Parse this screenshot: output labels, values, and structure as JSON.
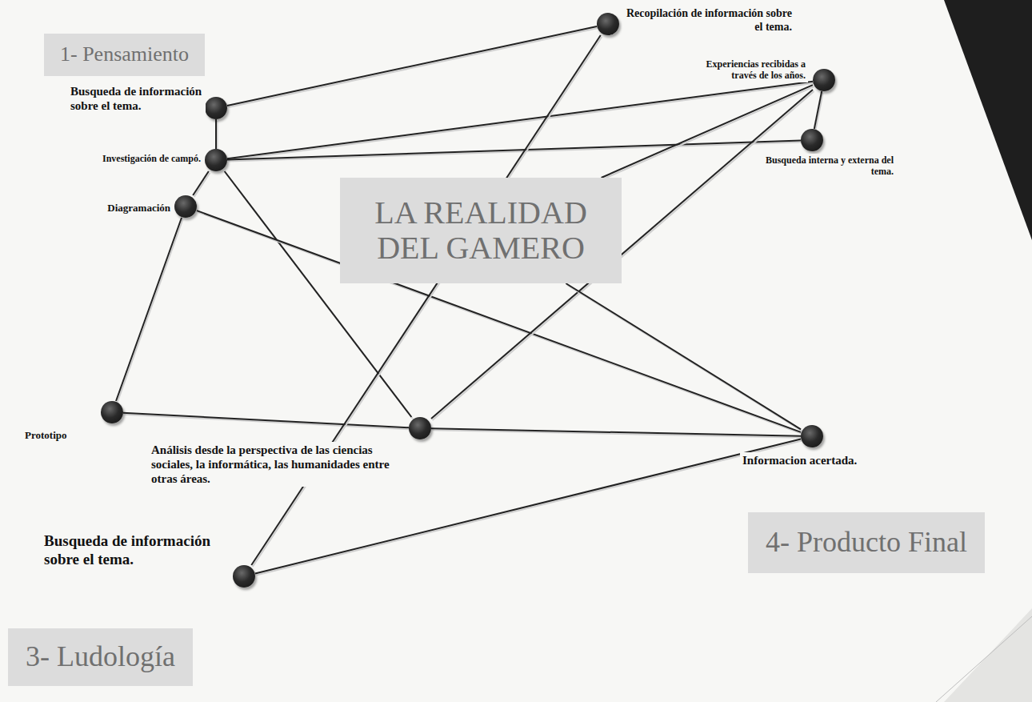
{
  "diagram": {
    "nodes": [
      {
        "text": [
          "1- Pensamiento"
        ]
      },
      {
        "text": [
          "Busqueda de información sobre el tema."
        ]
      },
      {
        "text": [
          "Recopilación de información sobre el tema."
        ]
      },
      {
        "text": [
          "Investigación de campó."
        ]
      },
      {
        "text": [
          "Experiencias recibidas a través de los años."
        ]
      },
      {
        "text": [
          "Busqueda interna y externa del tema."
        ]
      },
      {
        "text": [
          "Diagramación"
        ]
      },
      {
        "text": [
          "LA REALIDAD DEL GAMERO"
        ]
      },
      {
        "text": [
          "Prototipo"
        ]
      },
      {
        "text": [
          "Análisis desde la perspectiva de las ciencias sociales, la informática, las humanidades entre otras áreas."
        ]
      },
      {
        "text": [
          "Informacion acertada."
        ]
      },
      {
        "text": [
          "Busqueda de información sobre el tema."
        ]
      },
      {
        "text": [
          "4- Producto Final"
        ]
      },
      {
        "text": [
          "3- Ludología"
        ]
      }
    ],
    "edges": [
      {
        "from": 1,
        "to": 2,
        "arrow": "none"
      },
      {
        "from": 1,
        "to": 3,
        "arrow": "none"
      },
      {
        "from": 3,
        "to": 4,
        "arrow": "none"
      },
      {
        "from": 3,
        "to": 5,
        "arrow": "none"
      },
      {
        "from": 3,
        "to": 9,
        "arrow": "none"
      },
      {
        "from": 3,
        "to": 6,
        "arrow": "none"
      },
      {
        "from": 6,
        "to": 8,
        "arrow": "none"
      },
      {
        "from": 6,
        "to": 10,
        "arrow": "none"
      },
      {
        "from": 8,
        "to": 9,
        "arrow": "none"
      },
      {
        "from": 9,
        "to": 10,
        "arrow": "none"
      },
      {
        "from": 9,
        "to": 4,
        "arrow": "none"
      },
      {
        "from": 11,
        "to": 2,
        "arrow": "none"
      },
      {
        "from": 11,
        "to": 10,
        "arrow": "none"
      },
      {
        "from": 4,
        "to": 5,
        "arrow": "none"
      },
      {
        "from": 7,
        "to": 4,
        "arrow": "none"
      },
      {
        "from": 7,
        "to": 10,
        "arrow": "none"
      }
    ]
  }
}
